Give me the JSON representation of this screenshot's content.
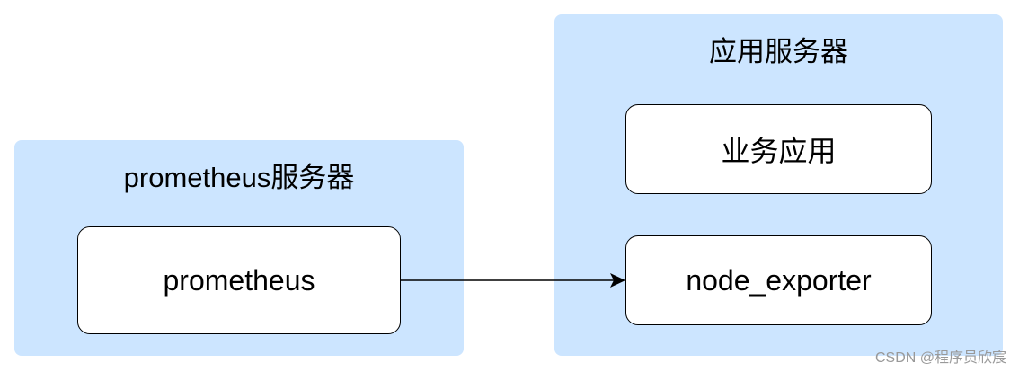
{
  "groups": {
    "prometheus_server": {
      "title": "prometheus服务器",
      "boxes": {
        "prometheus": "prometheus"
      }
    },
    "app_server": {
      "title": "应用服务器",
      "boxes": {
        "business_app": "业务应用",
        "node_exporter": "node_exporter"
      }
    }
  },
  "edges": [
    {
      "from": "prometheus",
      "to": "node_exporter"
    }
  ],
  "colors": {
    "group_fill": "#cce5ff",
    "box_fill": "#ffffff",
    "stroke": "#000000"
  },
  "watermark": "CSDN @程序员欣宸"
}
